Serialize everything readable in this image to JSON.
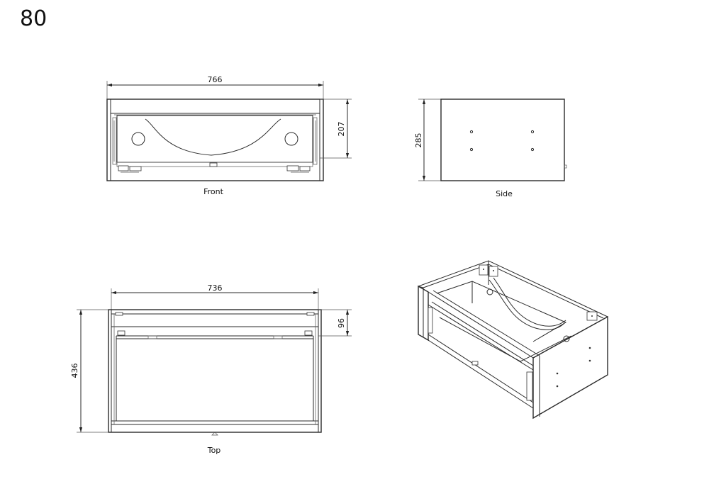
{
  "page_number": "80",
  "views": {
    "front": {
      "caption": "Front",
      "width_dim": "766",
      "height_dim": "207"
    },
    "side": {
      "caption": "Side",
      "height_dim": "285"
    },
    "top": {
      "caption": "Top",
      "width_dim": "736",
      "depth_dim": "436",
      "offset_dim": "96"
    }
  }
}
